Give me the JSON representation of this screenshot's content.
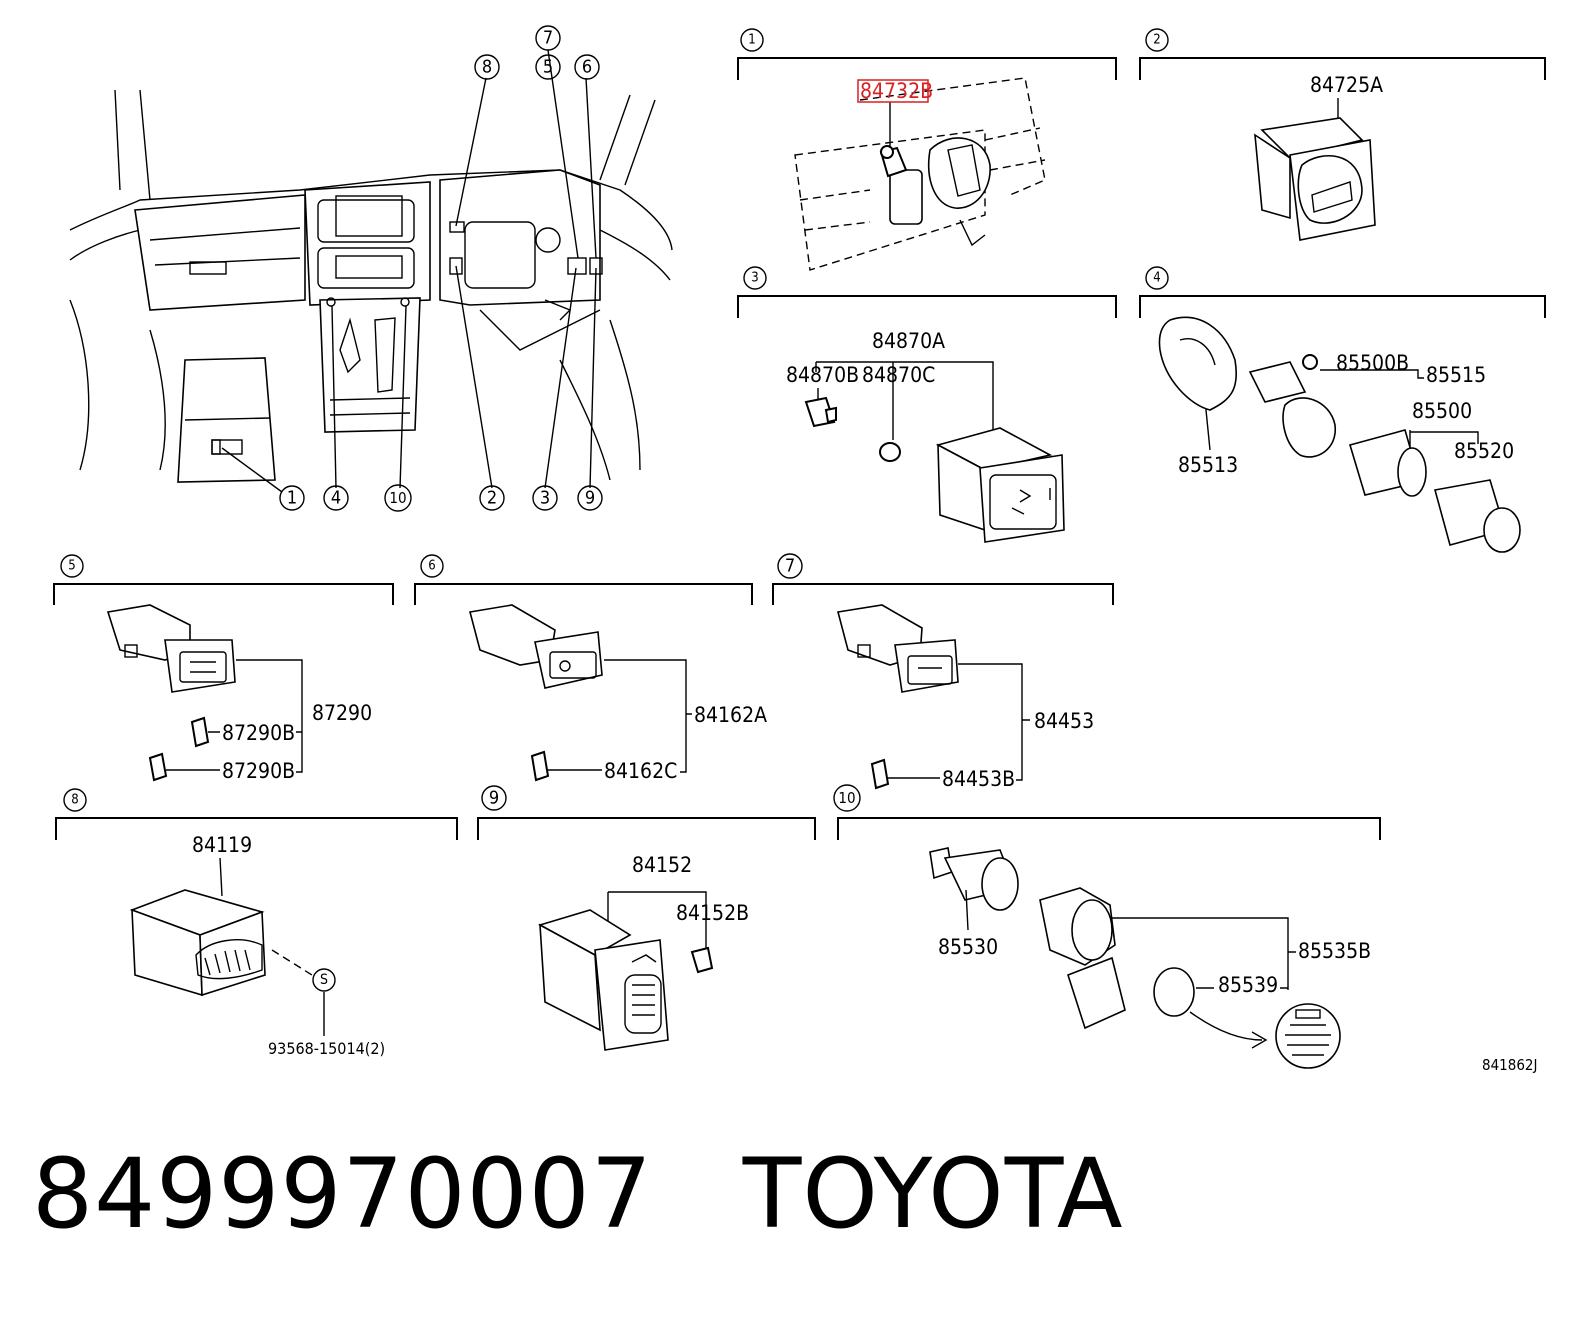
{
  "drawing_id": "841862J",
  "footer": {
    "part_number": "8499970007",
    "brand": "TOYOTA"
  },
  "highlight_color": "#d82020",
  "overview_callouts": [
    "①",
    "④",
    "⑩",
    "②",
    "③",
    "⑨",
    "⑧",
    "⑦",
    "⑤",
    "⑥"
  ],
  "sections": {
    "s1": {
      "num": "1",
      "labels": {
        "a": "84732B"
      },
      "highlighted": "84732B"
    },
    "s2": {
      "num": "2",
      "labels": {
        "a": "84725A"
      }
    },
    "s3": {
      "num": "3",
      "labels": {
        "a": "84870A",
        "b": "84870B",
        "c": "84870C"
      }
    },
    "s4": {
      "num": "4",
      "labels": {
        "a": "85500B",
        "b": "85515",
        "c": "85500",
        "d": "85520",
        "e": "85513"
      }
    },
    "s5": {
      "num": "5",
      "labels": {
        "a": "87290",
        "b": "87290B",
        "c": "87290B"
      }
    },
    "s6": {
      "num": "6",
      "labels": {
        "a": "84162A",
        "b": "84162C"
      }
    },
    "s7": {
      "num": "⑦",
      "labels": {
        "a": "84453",
        "b": "84453B"
      }
    },
    "s8": {
      "num": "8",
      "labels": {
        "a": "84119",
        "b": "93568-15014(2)",
        "c": "S"
      }
    },
    "s9": {
      "num": "⑨",
      "labels": {
        "a": "84152",
        "b": "84152B"
      }
    },
    "s10": {
      "num": "⑩",
      "labels": {
        "a": "85530",
        "b": "85535B",
        "c": "85539"
      }
    }
  }
}
